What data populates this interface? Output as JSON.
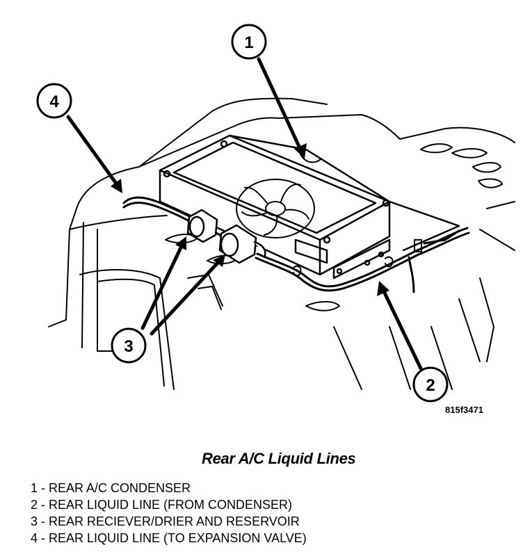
{
  "figure": {
    "id_label": "815f3471",
    "callouts": [
      {
        "number": "1"
      },
      {
        "number": "2"
      },
      {
        "number": "3"
      },
      {
        "number": "4"
      }
    ]
  },
  "caption": "Rear A/C Liquid Lines",
  "legend": [
    "1 - REAR A/C CONDENSER",
    "2 - REAR LIQUID LINE (FROM CONDENSER)",
    "3 - REAR RECIEVER/DRIER AND RESERVOIR",
    "4 - REAR LIQUID LINE (TO EXPANSION VALVE)"
  ]
}
